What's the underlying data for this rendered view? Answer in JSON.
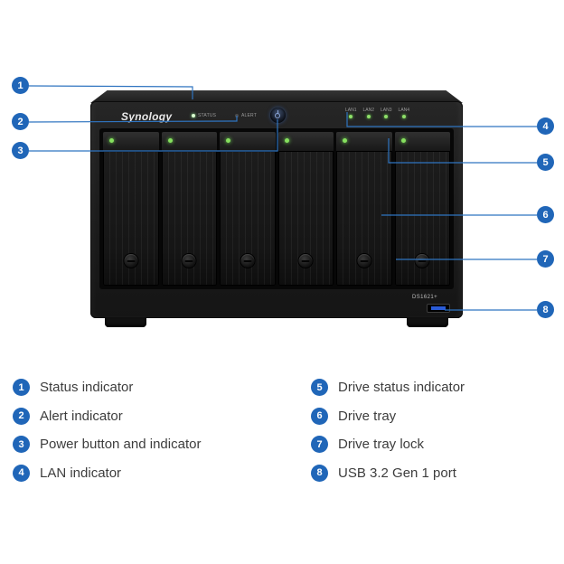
{
  "colors": {
    "accent": "#2066b8",
    "led_green": "#86e05e",
    "usb_blue": "#2a5bd7"
  },
  "device": {
    "brand": "Synology",
    "model": "DS1621+",
    "status_label": "STATUS",
    "alert_label": "ALERT",
    "lan_labels": [
      "LAN1",
      "LAN2",
      "LAN3",
      "LAN4"
    ]
  },
  "callouts": [
    {
      "num": "1",
      "label": "Status indicator"
    },
    {
      "num": "2",
      "label": "Alert indicator"
    },
    {
      "num": "3",
      "label": "Power button and indicator"
    },
    {
      "num": "4",
      "label": "LAN indicator"
    },
    {
      "num": "5",
      "label": "Drive status indicator"
    },
    {
      "num": "6",
      "label": "Drive tray"
    },
    {
      "num": "7",
      "label": "Drive tray lock"
    },
    {
      "num": "8",
      "label": "USB 3.2 Gen 1 port"
    }
  ]
}
